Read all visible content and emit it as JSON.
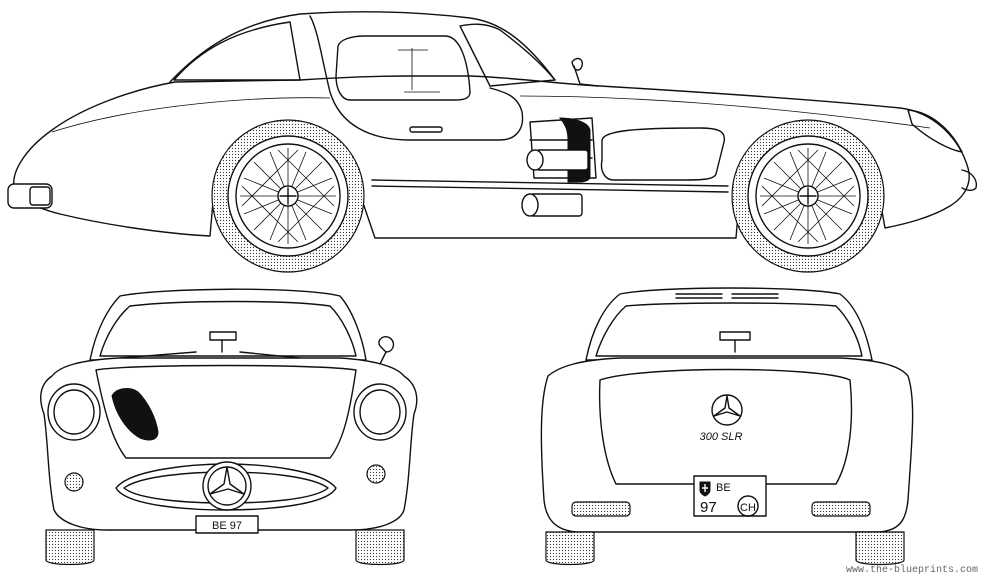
{
  "drawing": {
    "views": [
      "side",
      "front",
      "rear"
    ],
    "front_plate": "BE  97",
    "rear_plate_top": "BE",
    "rear_plate_bottom": "97",
    "rear_plate_country": "CH",
    "rear_badge": "300 SLR",
    "watermark": "www.the-blueprints.com"
  },
  "colors": {
    "ink": "#111111",
    "paper": "#ffffff",
    "shade": "#f1f1f1"
  },
  "icons": [
    "mercedes-star-icon",
    "wire-wheel-icon",
    "swiss-shield-icon"
  ]
}
